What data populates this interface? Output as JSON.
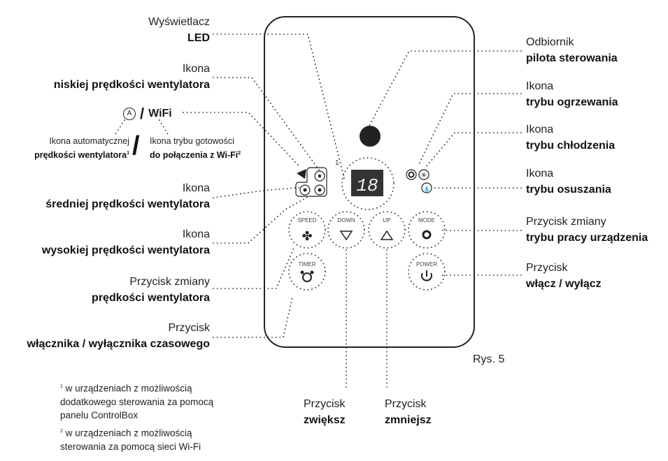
{
  "figure": {
    "caption": "Rys. 5"
  },
  "device": {
    "led_display_value": "18",
    "marker_1": "1",
    "buttons": {
      "speed": "SPEED",
      "down": "DOWN",
      "up": "UP",
      "mode": "MODE",
      "timer": "TIMER",
      "power": "POWER"
    }
  },
  "labels_left": [
    {
      "line1": "Wyświetlacz",
      "line2": "LED"
    },
    {
      "line1": "Ikona",
      "line2": "niskiej prędkości wentylatora"
    },
    {
      "line1": "Ikona",
      "line2": "średniej prędkości wentylatora"
    },
    {
      "line1": "Ikona",
      "line2": "wysokiej prędkości wentylatora"
    },
    {
      "line1": "Przycisk zmiany",
      "line2": "prędkości wentylatora"
    },
    {
      "line1": "Przycisk",
      "line2": "włącznika / wyłącznika czasowego"
    }
  ],
  "wifi_group": {
    "auto_symbol": "A",
    "slash": "/",
    "wifi_label": "WiFi",
    "auto_line1": "Ikona automatycznej",
    "auto_line2": "prędkości wentylatora",
    "auto_footnote_ref": "1",
    "wifi_line1": "Ikona trybu gotowości",
    "wifi_line2": "do połączenia z Wi-Fi",
    "wifi_footnote_ref": "2"
  },
  "labels_right": [
    {
      "line1": "Odbiornik",
      "line2": "pilota sterowania"
    },
    {
      "line1": "Ikona",
      "line2": "trybu ogrzewania"
    },
    {
      "line1": "Ikona",
      "line2": "trybu chłodzenia"
    },
    {
      "line1": "Ikona",
      "line2": "trybu osuszania"
    },
    {
      "line1": "Przycisk zmiany",
      "line2": "trybu pracy urządzenia"
    },
    {
      "line1": "Przycisk",
      "line2": "włącz / wyłącz"
    }
  ],
  "labels_bottom": [
    {
      "line1": "Przycisk",
      "line2": "zwiększ"
    },
    {
      "line1": "Przycisk",
      "line2": "zmniejsz"
    }
  ],
  "footnotes": [
    {
      "ref": "1",
      "text_line1": "w urządzeniach z możliwością",
      "text_line2": "dodatkowego sterowania za pomocą",
      "text_line3": "panelu ControlBox"
    },
    {
      "ref": "2",
      "text_line1": "w urządzeniach z możliwością",
      "text_line2": "sterowania za pomocą sieci Wi-Fi"
    }
  ]
}
